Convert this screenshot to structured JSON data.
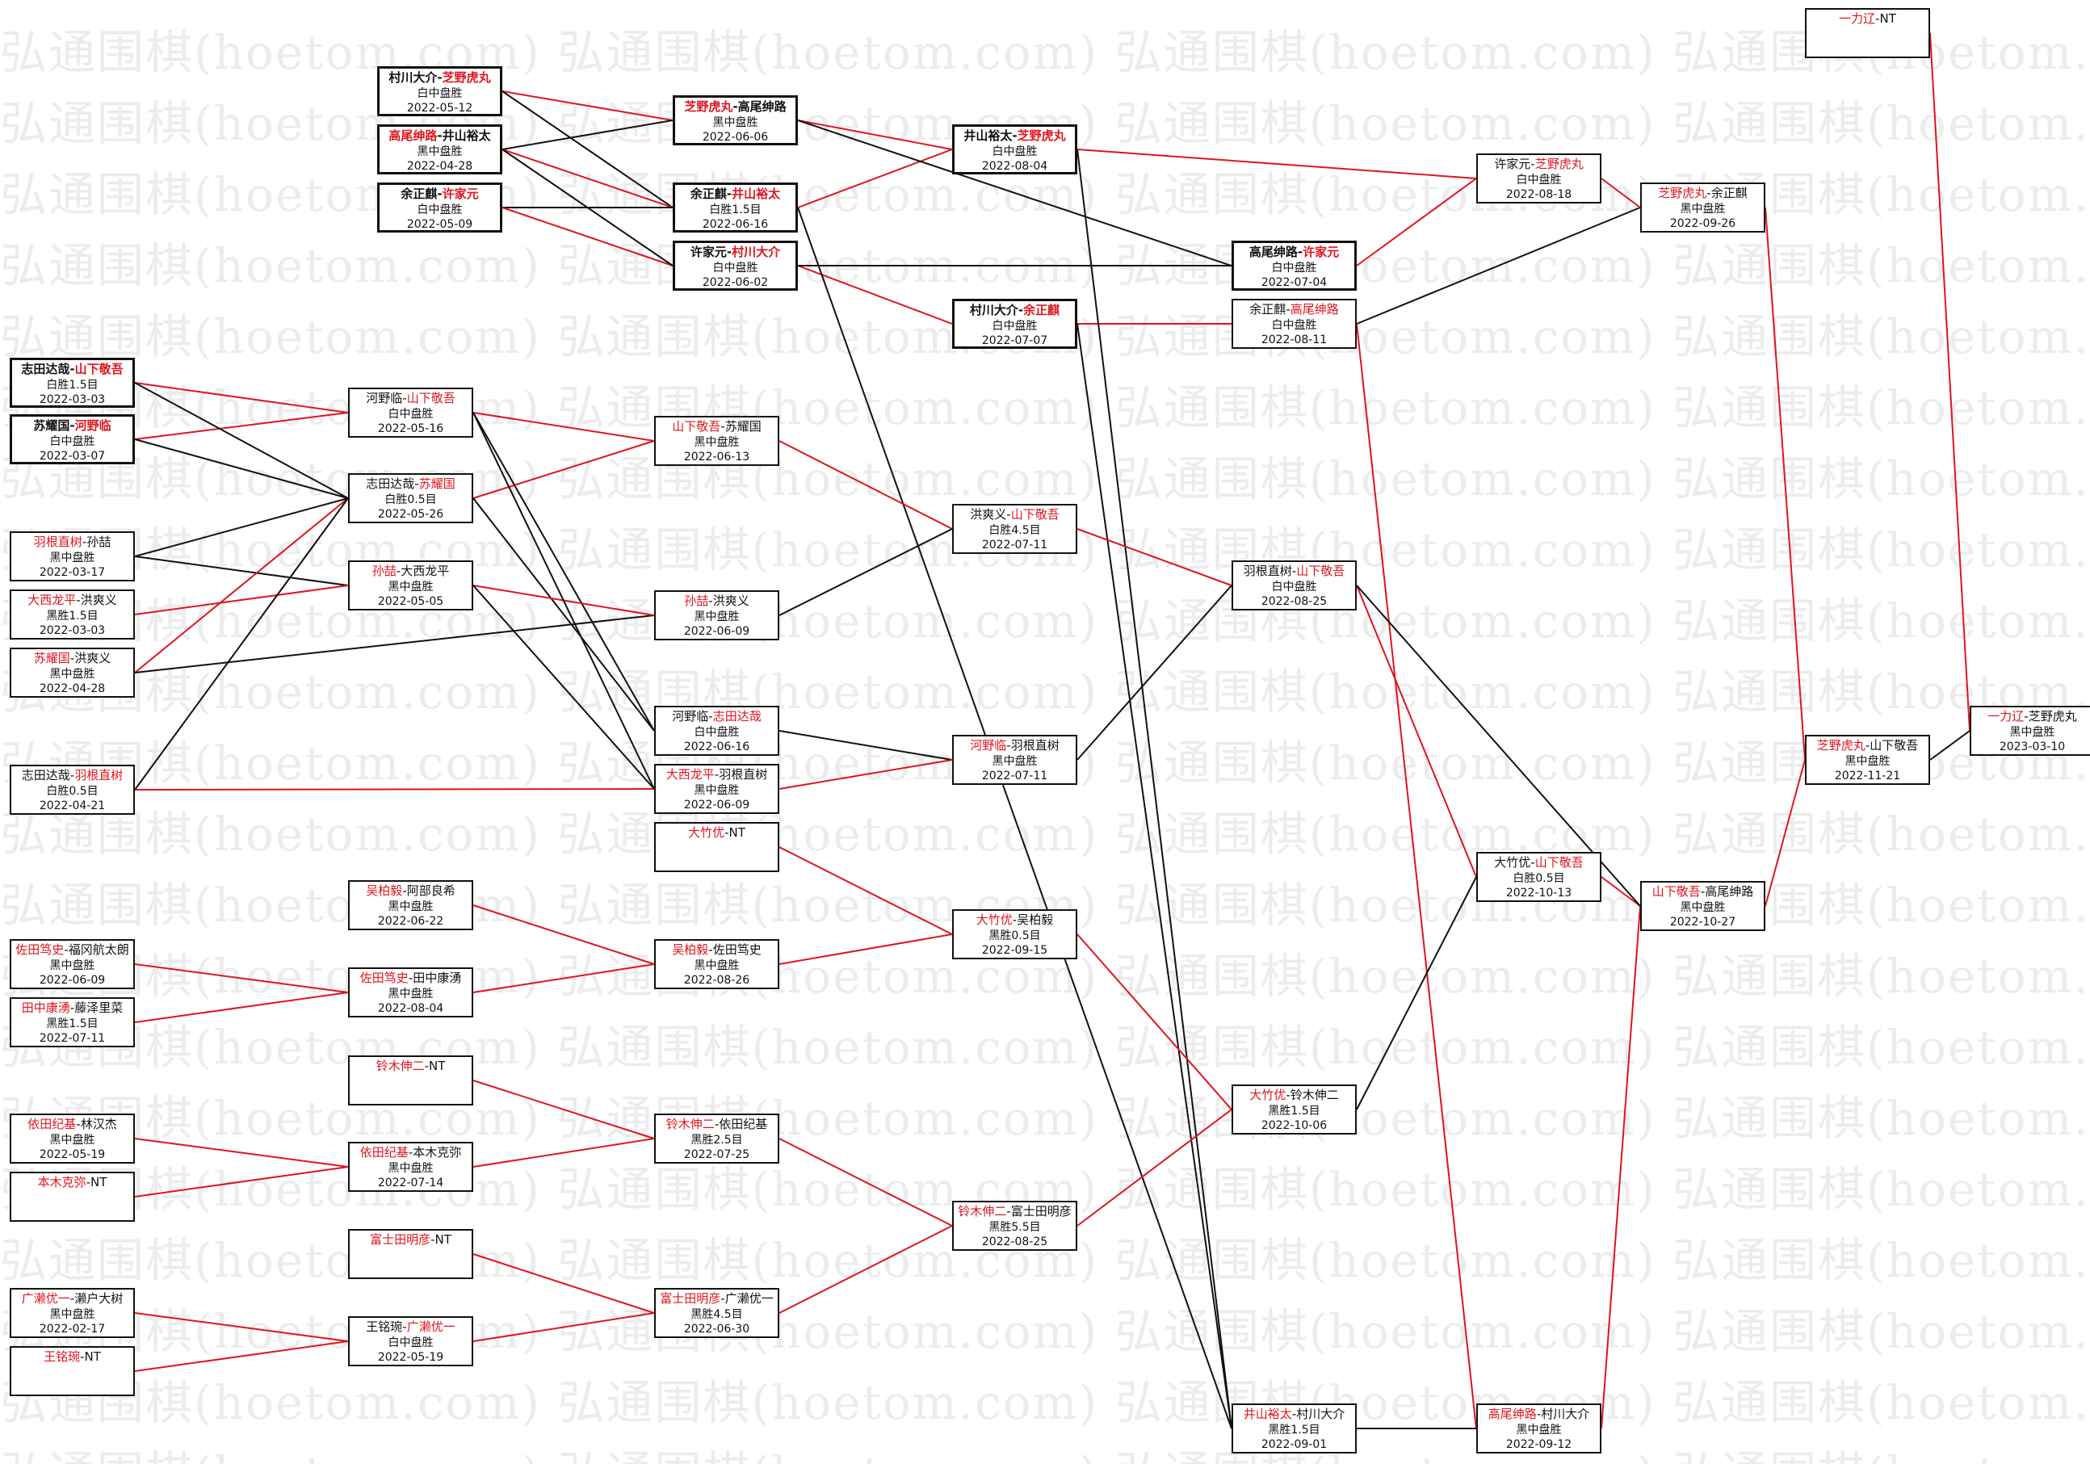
{
  "watermark": "弘通围棋(hoetom.com)",
  "colors": {
    "winner": "#e0141e",
    "winner_line": "#e0141e",
    "loser_line": "#111111",
    "border": "#111111"
  },
  "nodes": [
    {
      "id": "A1",
      "p1": "村川大介",
      "p2": "芝野虎丸",
      "winner": 2,
      "result": "白中盘胜",
      "date": "2022-05-12",
      "bold": true
    },
    {
      "id": "A2",
      "p1": "高尾绅路",
      "p2": "井山裕太",
      "winner": 1,
      "result": "黑中盘胜",
      "date": "2022-04-28",
      "bold": true
    },
    {
      "id": "A3",
      "p1": "余正麒",
      "p2": "许家元",
      "winner": 2,
      "result": "白中盘胜",
      "date": "2022-05-09",
      "bold": true
    },
    {
      "id": "A4",
      "p1": "志田达哉",
      "p2": "山下敬吾",
      "winner": 2,
      "result": "白胜1.5目",
      "date": "2022-03-03",
      "bold": true
    },
    {
      "id": "A5",
      "p1": "苏耀国",
      "p2": "河野临",
      "winner": 2,
      "result": "白中盘胜",
      "date": "2022-03-07",
      "bold": true
    },
    {
      "id": "A6",
      "p1": "羽根直树",
      "p2": "孙喆",
      "winner": 1,
      "result": "黑中盘胜",
      "date": "2022-03-17"
    },
    {
      "id": "A7",
      "p1": "大西龙平",
      "p2": "洪爽义",
      "winner": 1,
      "result": "黑胜1.5目",
      "date": "2022-03-03"
    },
    {
      "id": "A8",
      "p1": "苏耀国",
      "p2": "洪爽义",
      "winner": 1,
      "result": "黑中盘胜",
      "date": "2022-04-28"
    },
    {
      "id": "A9",
      "p1": "志田达哉",
      "p2": "羽根直树",
      "winner": 2,
      "result": "白胜0.5目",
      "date": "2022-04-21"
    },
    {
      "id": "A10",
      "p1": "佐田笃史",
      "p2": "福冈航太朗",
      "winner": 1,
      "result": "黑中盘胜",
      "date": "2022-06-09"
    },
    {
      "id": "A11",
      "p1": "田中康湧",
      "p2": "藤泽里菜",
      "winner": 1,
      "result": "黑胜1.5目",
      "date": "2022-07-11"
    },
    {
      "id": "A12",
      "p1": "依田纪基",
      "p2": "林汉杰",
      "winner": 1,
      "result": "黑中盘胜",
      "date": "2022-05-19"
    },
    {
      "id": "A13",
      "p1": "本木克弥",
      "p2": "NT",
      "winner": 1,
      "result": "",
      "date": ""
    },
    {
      "id": "A14",
      "p1": "广濑优一",
      "p2": "濑户大树",
      "winner": 1,
      "result": "黑中盘胜",
      "date": "2022-02-17"
    },
    {
      "id": "A15",
      "p1": "王铭琬",
      "p2": "NT",
      "winner": 1,
      "result": "",
      "date": ""
    },
    {
      "id": "B1",
      "p1": "河野临",
      "p2": "山下敬吾",
      "winner": 2,
      "result": "白中盘胜",
      "date": "2022-05-16"
    },
    {
      "id": "B2",
      "p1": "志田达哉",
      "p2": "苏耀国",
      "winner": 2,
      "result": "白胜0.5目",
      "date": "2022-05-26"
    },
    {
      "id": "B3",
      "p1": "孙喆",
      "p2": "大西龙平",
      "winner": 1,
      "result": "黑中盘胜",
      "date": "2022-05-05"
    },
    {
      "id": "B4",
      "p1": "吴柏毅",
      "p2": "阿部良希",
      "winner": 1,
      "result": "黑中盘胜",
      "date": "2022-06-22"
    },
    {
      "id": "B5",
      "p1": "佐田笃史",
      "p2": "田中康湧",
      "winner": 1,
      "result": "黑中盘胜",
      "date": "2022-08-04"
    },
    {
      "id": "B6",
      "p1": "铃木伸二",
      "p2": "NT",
      "winner": 1,
      "result": "",
      "date": ""
    },
    {
      "id": "B7",
      "p1": "依田纪基",
      "p2": "本木克弥",
      "winner": 1,
      "result": "黑中盘胜",
      "date": "2022-07-14"
    },
    {
      "id": "B8",
      "p1": "富士田明彦",
      "p2": "NT",
      "winner": 1,
      "result": "",
      "date": ""
    },
    {
      "id": "B9",
      "p1": "王铭琬",
      "p2": "广濑优一",
      "winner": 2,
      "result": "白中盘胜",
      "date": "2022-05-19"
    },
    {
      "id": "C1",
      "p1": "芝野虎丸",
      "p2": "高尾绅路",
      "winner": 1,
      "result": "黑中盘胜",
      "date": "2022-06-06",
      "bold": true
    },
    {
      "id": "C2",
      "p1": "余正麒",
      "p2": "井山裕太",
      "winner": 2,
      "result": "白胜1.5目",
      "date": "2022-06-16",
      "bold": true
    },
    {
      "id": "C3",
      "p1": "许家元",
      "p2": "村川大介",
      "winner": 2,
      "result": "白中盘胜",
      "date": "2022-06-02",
      "bold": true
    },
    {
      "id": "C4",
      "p1": "山下敬吾",
      "p2": "苏耀国",
      "winner": 1,
      "result": "黑中盘胜",
      "date": "2022-06-13"
    },
    {
      "id": "C5",
      "p1": "孙喆",
      "p2": "洪爽义",
      "winner": 1,
      "result": "黑中盘胜",
      "date": "2022-06-09"
    },
    {
      "id": "C6",
      "p1": "河野临",
      "p2": "志田达哉",
      "winner": 2,
      "result": "白中盘胜",
      "date": "2022-06-16"
    },
    {
      "id": "C7",
      "p1": "大西龙平",
      "p2": "羽根直树",
      "winner": 1,
      "result": "黑中盘胜",
      "date": "2022-06-09"
    },
    {
      "id": "C8",
      "p1": "大竹优",
      "p2": "NT",
      "winner": 1,
      "result": "",
      "date": ""
    },
    {
      "id": "C9",
      "p1": "吴柏毅",
      "p2": "佐田笃史",
      "winner": 1,
      "result": "黑中盘胜",
      "date": "2022-08-26"
    },
    {
      "id": "C10",
      "p1": "铃木伸二",
      "p2": "依田纪基",
      "winner": 1,
      "result": "黑胜2.5目",
      "date": "2022-07-25"
    },
    {
      "id": "C11",
      "p1": "富士田明彦",
      "p2": "广濑优一",
      "winner": 1,
      "result": "黑胜4.5目",
      "date": "2022-06-30"
    },
    {
      "id": "D1",
      "p1": "井山裕太",
      "p2": "芝野虎丸",
      "winner": 2,
      "result": "白中盘胜",
      "date": "2022-08-04",
      "bold": true
    },
    {
      "id": "D2",
      "p1": "村川大介",
      "p2": "余正麒",
      "winner": 2,
      "result": "白中盘胜",
      "date": "2022-07-07",
      "bold": true
    },
    {
      "id": "D3",
      "p1": "洪爽义",
      "p2": "山下敬吾",
      "winner": 2,
      "result": "白胜4.5目",
      "date": "2022-07-11"
    },
    {
      "id": "D4",
      "p1": "河野临",
      "p2": "羽根直树",
      "winner": 1,
      "result": "黑中盘胜",
      "date": "2022-07-11"
    },
    {
      "id": "D5",
      "p1": "大竹优",
      "p2": "吴柏毅",
      "winner": 1,
      "result": "黑胜0.5目",
      "date": "2022-09-15"
    },
    {
      "id": "D6",
      "p1": "铃木伸二",
      "p2": "富士田明彦",
      "winner": 1,
      "result": "黑胜5.5目",
      "date": "2022-08-25"
    },
    {
      "id": "E1",
      "p1": "高尾绅路",
      "p2": "许家元",
      "winner": 2,
      "result": "白中盘胜",
      "date": "2022-07-04",
      "bold": true
    },
    {
      "id": "E2",
      "p1": "余正麒",
      "p2": "高尾绅路",
      "winner": 2,
      "result": "白中盘胜",
      "date": "2022-08-11"
    },
    {
      "id": "E3",
      "p1": "羽根直树",
      "p2": "山下敬吾",
      "winner": 2,
      "result": "白中盘胜",
      "date": "2022-08-25"
    },
    {
      "id": "E4",
      "p1": "大竹优",
      "p2": "铃木伸二",
      "winner": 1,
      "result": "黑胜1.5目",
      "date": "2022-10-06"
    },
    {
      "id": "E5",
      "p1": "井山裕太",
      "p2": "村川大介",
      "winner": 1,
      "result": "黑胜1.5目",
      "date": "2022-09-01"
    },
    {
      "id": "F1",
      "p1": "许家元",
      "p2": "芝野虎丸",
      "winner": 2,
      "result": "白中盘胜",
      "date": "2022-08-18"
    },
    {
      "id": "F2",
      "p1": "大竹优",
      "p2": "山下敬吾",
      "winner": 2,
      "result": "白胜0.5目",
      "date": "2022-10-13"
    },
    {
      "id": "F3",
      "p1": "高尾绅路",
      "p2": "村川大介",
      "winner": 1,
      "result": "黑中盘胜",
      "date": "2022-09-12"
    },
    {
      "id": "G1",
      "p1": "芝野虎丸",
      "p2": "余正麒",
      "winner": 1,
      "result": "黑中盘胜",
      "date": "2022-09-26"
    },
    {
      "id": "G2",
      "p1": "山下敬吾",
      "p2": "高尾绅路",
      "winner": 1,
      "result": "黑中盘胜",
      "date": "2022-10-27"
    },
    {
      "id": "H1",
      "p1": "芝野虎丸",
      "p2": "山下敬吾",
      "winner": 1,
      "result": "黑中盘胜",
      "date": "2022-11-21"
    },
    {
      "id": "T1",
      "p1": "一力辽",
      "p2": "NT",
      "winner": 1,
      "result": "",
      "date": ""
    },
    {
      "id": "I1",
      "p1": "一力辽",
      "p2": "芝野虎丸",
      "winner": 1,
      "result": "黑中盘胜",
      "date": "2023-03-10"
    }
  ]
}
